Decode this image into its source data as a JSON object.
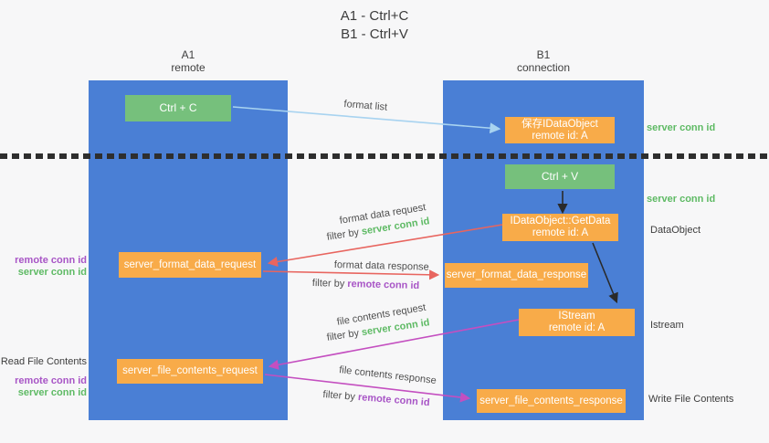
{
  "title": {
    "line1": "A1 - Ctrl+C",
    "line2": "B1 - Ctrl+V"
  },
  "columns": {
    "left": {
      "name": "A1",
      "role": "remote"
    },
    "right": {
      "name": "B1",
      "role": "connection"
    }
  },
  "nodes": {
    "ctrl_c": {
      "label": "Ctrl + C"
    },
    "ctrl_v": {
      "label": "Ctrl + V"
    },
    "save_dataobject": {
      "line1": "保存IDataObject",
      "line2": "remote id: A"
    },
    "getdata": {
      "line1": "IDataObject::GetData",
      "line2": "remote id: A"
    },
    "istream": {
      "line1": "IStream",
      "line2": "remote id: A"
    },
    "format_request": {
      "label": "server_format_data_request"
    },
    "format_response": {
      "label": "server_format_data_response"
    },
    "file_request": {
      "label": "server_file_contents_request"
    },
    "file_response": {
      "label": "server_file_contents_response"
    }
  },
  "arrow_labels": {
    "format_list": "format list",
    "format_data_request": "format data request",
    "format_data_response": "format data response",
    "file_contents_request": "file contents request",
    "file_contents_response": "file contents response",
    "filter_by": "filter by",
    "server_conn_id": "server conn id",
    "remote_conn_id": "remote conn id"
  },
  "side_labels": {
    "server_conn_id_top": "server conn id",
    "server_conn_id_mid": "server conn id",
    "dataobject": "DataObject",
    "istream": "Istream",
    "read_file_contents": "Read File Contents",
    "write_file_contents": "Write File Contents",
    "remote_conn_id": "remote conn id",
    "server_conn_id": "server conn id"
  },
  "colors": {
    "background": "#f7f7f8",
    "panel_blue": "#4a7fd5",
    "box_green": "#76c07c",
    "box_orange": "#f8ab49",
    "text_green": "#5eba64",
    "text_purple": "#a855c6",
    "arrow_red": "#e8655f",
    "arrow_magenta": "#c44fc0",
    "arrow_lightblue": "#a8d3f0",
    "arrow_black": "#2a2a2a"
  }
}
